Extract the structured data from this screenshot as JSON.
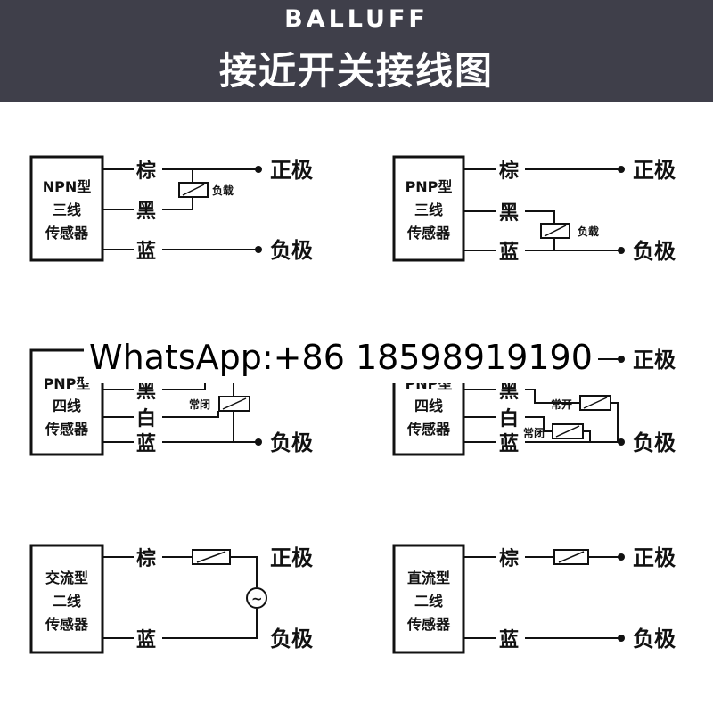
{
  "header": {
    "brand": "BALLUFF",
    "title": "接近开关接线图",
    "bg_color": "#3f3f4a"
  },
  "labels": {
    "brown": "棕",
    "black": "黑",
    "white": "白",
    "blue": "蓝",
    "positive": "正极",
    "negative": "负极",
    "load": "负载",
    "normally_closed": "常闭",
    "normally_open": "常开"
  },
  "sensors": {
    "npn3": [
      "NPN型",
      "三线",
      "传感器"
    ],
    "pnp3": [
      "PNP型",
      "三线",
      "传感器"
    ],
    "pnp4a": [
      "PNP型",
      "四线",
      "传感器"
    ],
    "pnp4b": [
      "PNP型",
      "四线",
      "传感器"
    ],
    "ac2": [
      "交流型",
      "二线",
      "传感器"
    ],
    "dc2": [
      "直流型",
      "二线",
      "传感器"
    ]
  },
  "watermark": "WhatsApp:+86 18598919190",
  "ac_symbol": "~"
}
